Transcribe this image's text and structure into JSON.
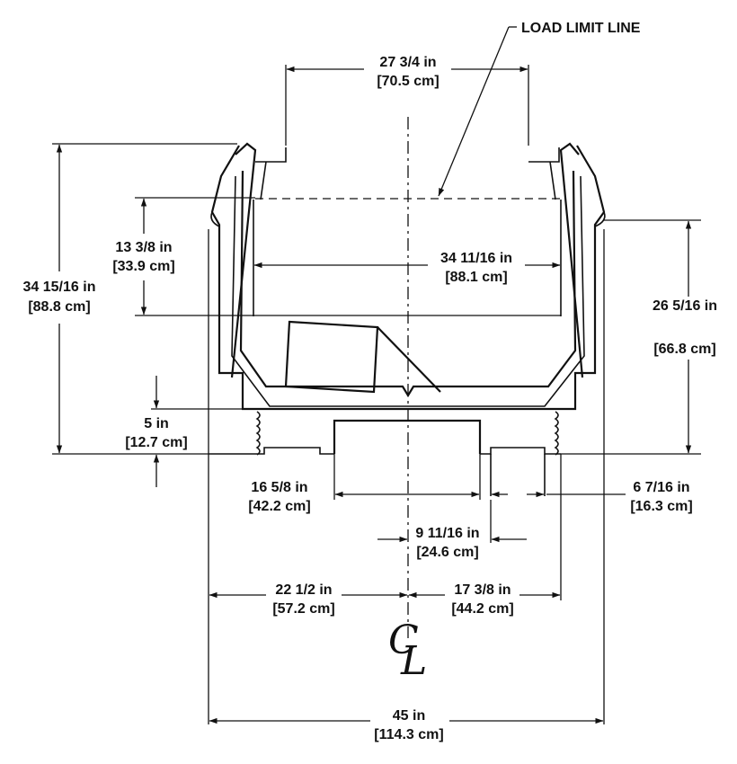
{
  "diagram": {
    "callout": {
      "load_limit": "LOAD LIMIT LINE"
    },
    "dimensions": {
      "top_width": {
        "imperial": "27 3/4 in",
        "metric": "[70.5 cm]"
      },
      "overall_height": {
        "imperial": "34 15/16 in",
        "metric": "[88.8 cm]"
      },
      "fill_depth": {
        "imperial": "13 3/8 in",
        "metric": "[33.9 cm]"
      },
      "inner_width": {
        "imperial": "34 11/16 in",
        "metric": "[88.1 cm]"
      },
      "side_height": {
        "imperial": "26 5/16 in",
        "metric": "[66.8 cm]"
      },
      "base_height": {
        "imperial": "5 in",
        "metric": "[12.7 cm]"
      },
      "base_width": {
        "imperial": "16 5/8 in",
        "metric": "[42.2 cm]"
      },
      "foot_width": {
        "imperial": "6 7/16 in",
        "metric": "[16.3 cm]"
      },
      "foot_offset": {
        "imperial": "9 11/16 in",
        "metric": "[24.6 cm]"
      },
      "left_to_cl": {
        "imperial": "22 1/2 in",
        "metric": "[57.2 cm]"
      },
      "cl_to_right": {
        "imperial": "17 3/8 in",
        "metric": "[44.2 cm]"
      },
      "overall_width": {
        "imperial": "45 in",
        "metric": "[114.3 cm]"
      }
    },
    "centerline_symbol": {
      "letter_c": "C",
      "letter_l": "L"
    }
  }
}
